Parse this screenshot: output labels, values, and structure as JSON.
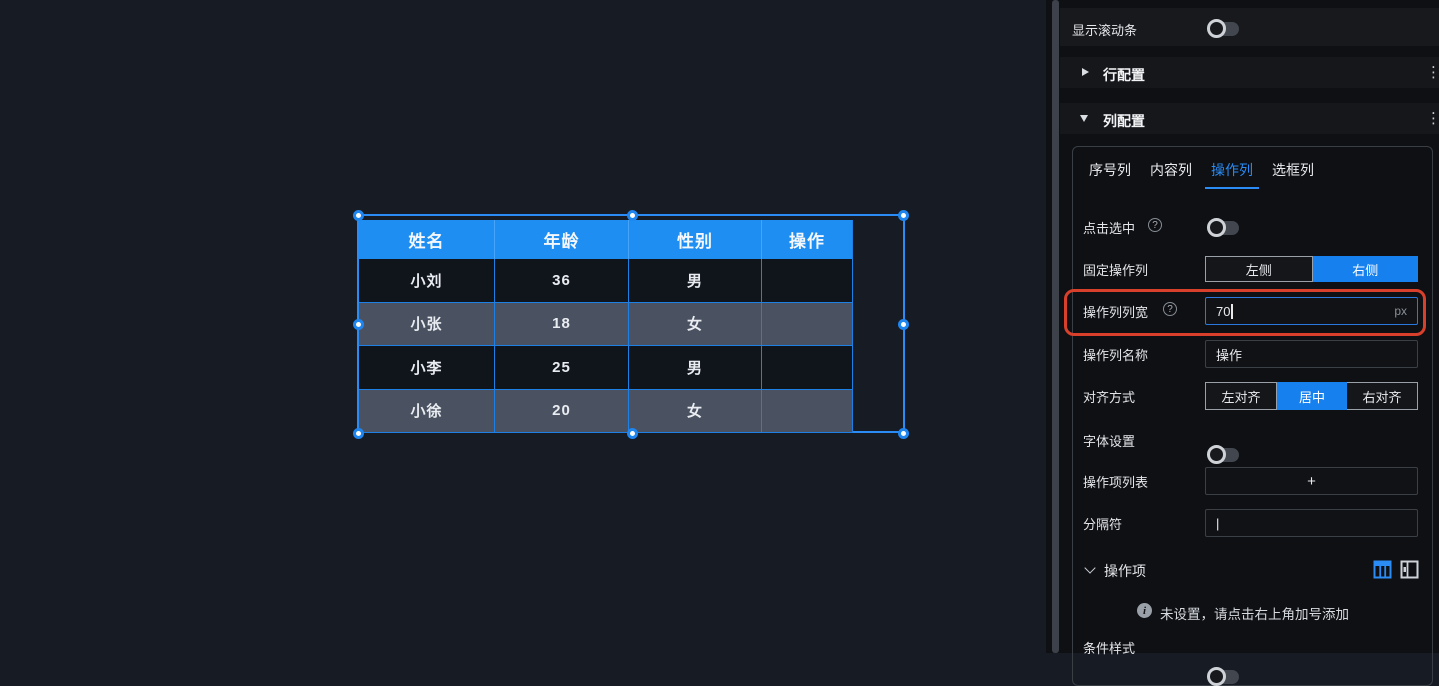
{
  "colors": {
    "accent_blue": "#2a8cf4",
    "table_header_blue": "#1f8ef2",
    "table_row_dark": "#10141b",
    "table_row_light": "#4a5160",
    "highlight_red": "#d8402c",
    "panel_bg": "#0e1014",
    "canvas_bg": "#171b23"
  },
  "canvas": {
    "table": {
      "headers": [
        "姓名",
        "年龄",
        "性别",
        "操作"
      ],
      "rows": [
        [
          "小刘",
          "36",
          "男",
          ""
        ],
        [
          "小张",
          "18",
          "女",
          ""
        ],
        [
          "小李",
          "25",
          "男",
          ""
        ],
        [
          "小徐",
          "20",
          "女",
          ""
        ]
      ]
    }
  },
  "panel": {
    "show_scrollbar": {
      "label": "显示滚动条",
      "state": "off"
    },
    "row_config": {
      "label": "行配置"
    },
    "column_config": {
      "label": "列配置",
      "tabs": [
        "序号列",
        "内容列",
        "操作列",
        "选框列"
      ],
      "active_tab": "操作列",
      "click_select": {
        "label": "点击选中",
        "state": "off"
      },
      "fixed_column": {
        "label": "固定操作列",
        "options": [
          "左侧",
          "右侧"
        ],
        "selected": "右侧"
      },
      "column_width": {
        "label": "操作列列宽",
        "value": "70",
        "unit": "px"
      },
      "column_name": {
        "label": "操作列名称",
        "value": "操作"
      },
      "alignment": {
        "label": "对齐方式",
        "options": [
          "左对齐",
          "居中",
          "右对齐"
        ],
        "selected": "居中"
      },
      "font_setting": {
        "label": "字体设置",
        "state": "off"
      },
      "op_item_list": {
        "label": "操作项列表",
        "add_label": "+"
      },
      "separator": {
        "label": "分隔符",
        "value": "|"
      },
      "op_items": {
        "label": "操作项",
        "empty_hint": "未设置，请点击右上角加号添加"
      },
      "condition_style": {
        "label": "条件样式",
        "state": "off"
      }
    }
  }
}
